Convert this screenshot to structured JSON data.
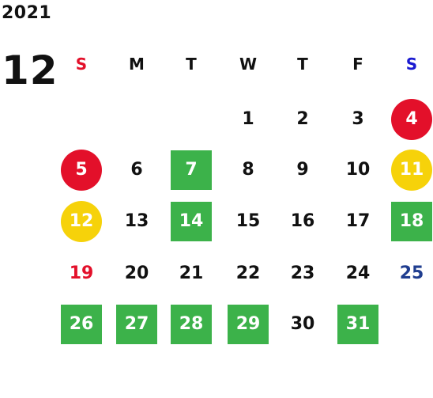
{
  "year": "2021",
  "month": "12",
  "weekdays": [
    {
      "label": "S",
      "color": "#e3102a"
    },
    {
      "label": "M",
      "color": "#111111"
    },
    {
      "label": "T",
      "color": "#111111"
    },
    {
      "label": "W",
      "color": "#111111"
    },
    {
      "label": "T",
      "color": "#111111"
    },
    {
      "label": "F",
      "color": "#111111"
    },
    {
      "label": "S",
      "color": "#1a1ad1"
    }
  ],
  "colors": {
    "green": "#3cb24a",
    "red": "#e3102a",
    "yellow": "#f6d20a",
    "holiday_text_red": "#e3102a",
    "holiday_text_blue": "#1f3d8f",
    "text": "#111111"
  },
  "weeks": [
    [
      null,
      null,
      null,
      {
        "day": "1"
      },
      {
        "day": "2"
      },
      {
        "day": "3"
      },
      {
        "day": "4",
        "mark": "red"
      }
    ],
    [
      {
        "day": "5",
        "mark": "red"
      },
      {
        "day": "6"
      },
      {
        "day": "7",
        "mark": "green"
      },
      {
        "day": "8"
      },
      {
        "day": "9"
      },
      {
        "day": "10"
      },
      {
        "day": "11",
        "mark": "yellow"
      }
    ],
    [
      {
        "day": "12",
        "mark": "yellow"
      },
      {
        "day": "13"
      },
      {
        "day": "14",
        "mark": "green"
      },
      {
        "day": "15"
      },
      {
        "day": "16"
      },
      {
        "day": "17"
      },
      {
        "day": "18",
        "mark": "green"
      }
    ],
    [
      {
        "day": "19",
        "text_color": "#e3102a"
      },
      {
        "day": "20"
      },
      {
        "day": "21"
      },
      {
        "day": "22"
      },
      {
        "day": "23"
      },
      {
        "day": "24"
      },
      {
        "day": "25",
        "text_color": "#1f3d8f"
      }
    ],
    [
      {
        "day": "26",
        "mark": "green"
      },
      {
        "day": "27",
        "mark": "green"
      },
      {
        "day": "28",
        "mark": "green"
      },
      {
        "day": "29",
        "mark": "green"
      },
      {
        "day": "30"
      },
      {
        "day": "31",
        "mark": "green"
      },
      null
    ]
  ]
}
